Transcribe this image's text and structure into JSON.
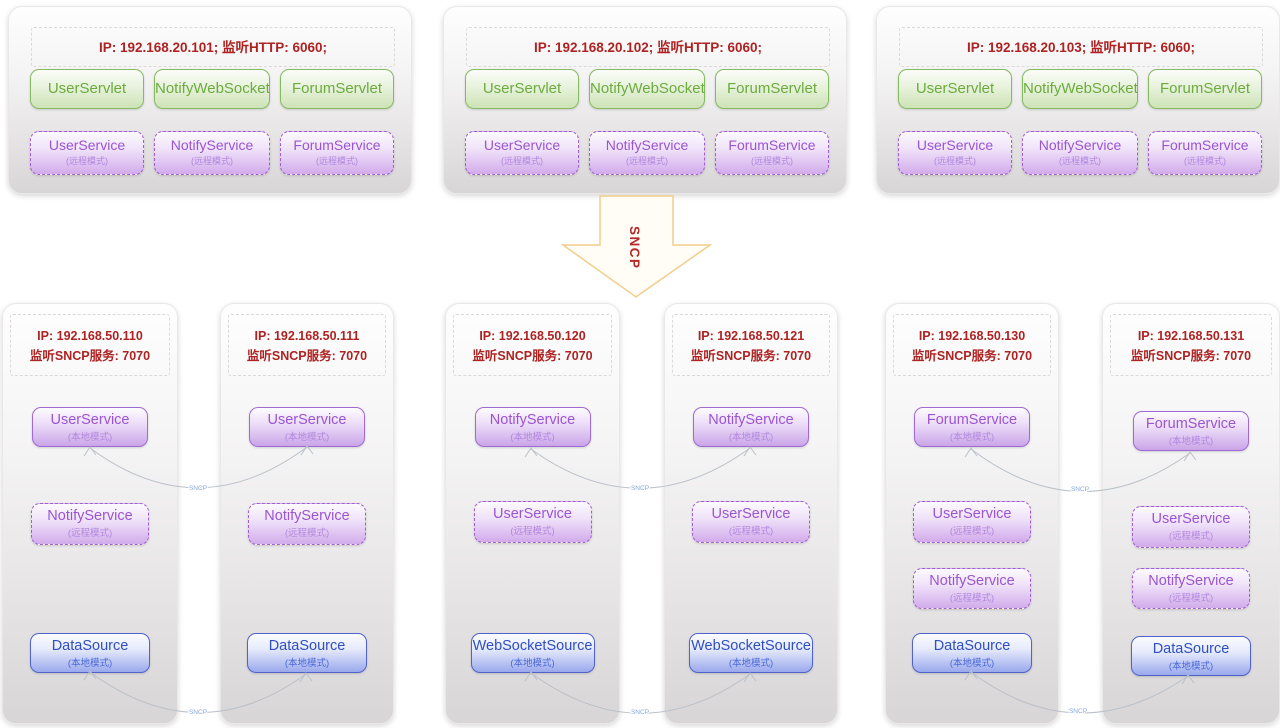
{
  "arrow": {
    "label": "SNCP"
  },
  "sncp_label": "SNCP",
  "web_nodes": [
    {
      "ip": "IP: 192.168.20.101;  监听HTTP: 6060;",
      "servlets": [
        "UserServlet",
        "NotifyWebSocket",
        "ForumServlet"
      ],
      "services": [
        {
          "name": "UserService",
          "mode": "(远程模式)"
        },
        {
          "name": "NotifyService",
          "mode": "(远程模式)"
        },
        {
          "name": "ForumService",
          "mode": "(远程模式)"
        }
      ]
    },
    {
      "ip": "IP: 192.168.20.102;  监听HTTP: 6060;",
      "servlets": [
        "UserServlet",
        "NotifyWebSocket",
        "ForumServlet"
      ],
      "services": [
        {
          "name": "UserService",
          "mode": "(远程模式)"
        },
        {
          "name": "NotifyService",
          "mode": "(远程模式)"
        },
        {
          "name": "ForumService",
          "mode": "(远程模式)"
        }
      ]
    },
    {
      "ip": "IP: 192.168.20.103;  监听HTTP: 6060;",
      "servlets": [
        "UserServlet",
        "NotifyWebSocket",
        "ForumServlet"
      ],
      "services": [
        {
          "name": "UserService",
          "mode": "(远程模式)"
        },
        {
          "name": "NotifyService",
          "mode": "(远程模式)"
        },
        {
          "name": "ForumService",
          "mode": "(远程模式)"
        }
      ]
    }
  ],
  "service_nodes": [
    {
      "ip1": "IP: 192.168.50.110",
      "ip2": "监听SNCP服务: 7070",
      "boxes": [
        {
          "name": "UserService",
          "mode": "(本地模式)"
        },
        {
          "name": "NotifyService",
          "mode": "(远程模式)"
        },
        {
          "name": "DataSource",
          "mode": "(本地模式)"
        }
      ]
    },
    {
      "ip1": "IP: 192.168.50.111",
      "ip2": "监听SNCP服务: 7070",
      "boxes": [
        {
          "name": "UserService",
          "mode": "(本地模式)"
        },
        {
          "name": "NotifyService",
          "mode": "(远程模式)"
        },
        {
          "name": "DataSource",
          "mode": "(本地模式)"
        }
      ]
    },
    {
      "ip1": "IP: 192.168.50.120",
      "ip2": "监听SNCP服务: 7070",
      "boxes": [
        {
          "name": "NotifyService",
          "mode": "(本地模式)"
        },
        {
          "name": "UserService",
          "mode": "(远程模式)"
        },
        {
          "name": "WebSocketSource",
          "mode": "(本地模式)"
        }
      ]
    },
    {
      "ip1": "IP: 192.168.50.121",
      "ip2": "监听SNCP服务: 7070",
      "boxes": [
        {
          "name": "NotifyService",
          "mode": "(本地模式)"
        },
        {
          "name": "UserService",
          "mode": "(远程模式)"
        },
        {
          "name": "WebSocketSource",
          "mode": "(本地模式)"
        }
      ]
    },
    {
      "ip1": "IP: 192.168.50.130",
      "ip2": "监听SNCP服务: 7070",
      "boxes": [
        {
          "name": "ForumService",
          "mode": "(本地模式)"
        },
        {
          "name": "UserService",
          "mode": "(远程模式)"
        },
        {
          "name": "NotifyService",
          "mode": "(远程模式)"
        },
        {
          "name": "DataSource",
          "mode": "(本地模式)"
        }
      ]
    },
    {
      "ip1": "IP: 192.168.50.131",
      "ip2": "监听SNCP服务: 7070",
      "boxes": [
        {
          "name": "ForumService",
          "mode": "(本地模式)"
        },
        {
          "name": "UserService",
          "mode": "(远程模式)"
        },
        {
          "name": "NotifyService",
          "mode": "(远程模式)"
        },
        {
          "name": "DataSource",
          "mode": "(本地模式)"
        }
      ]
    }
  ]
}
